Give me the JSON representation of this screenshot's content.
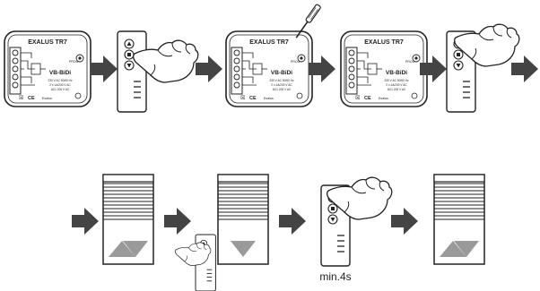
{
  "module": {
    "title": "EXALUS TR7",
    "model": "VB-BiDi",
    "spec_1": "230 V AC 50/60 Hz",
    "spec_2": "2 x 1A/230 V AC",
    "spec_3": "AC1 200 V AC",
    "prog_label": "PROG",
    "brand": "Exalus"
  },
  "remote_buttons": [
    "▲",
    "■",
    "▼"
  ],
  "duration_caption": "min.4s",
  "colors": {
    "arrow": "#444444",
    "outline": "#222222",
    "blind_triangle": "#9a9a9a",
    "slat_fill": "#f4f4f4"
  }
}
